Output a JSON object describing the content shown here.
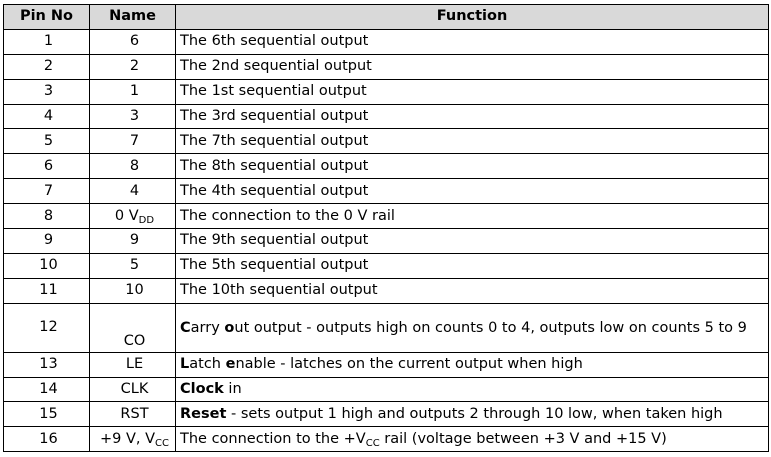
{
  "headers": [
    "Pin No",
    "Name",
    "Function"
  ],
  "rows": [
    {
      "pin": "1",
      "name": "6",
      "function": "The 6th sequential output"
    },
    {
      "pin": "2",
      "name": "2",
      "function": "The 2nd sequential output"
    },
    {
      "pin": "3",
      "name": "1",
      "function": "The 1st sequential output"
    },
    {
      "pin": "4",
      "name": "3",
      "function": "The 3rd sequential output"
    },
    {
      "pin": "5",
      "name": "7",
      "function": "The 7th sequential output"
    },
    {
      "pin": "6",
      "name": "8",
      "function": "The 8th sequential output"
    },
    {
      "pin": "7",
      "name": "4",
      "function": "The 4th sequential output"
    },
    {
      "pin": "8",
      "name": "0 V",
      "name_sub": "DD",
      "function": "The connection to the 0 V rail"
    },
    {
      "pin": "9",
      "name": "9",
      "function": "The 9th sequential output"
    },
    {
      "pin": "10",
      "name": "5",
      "function": "The 5th sequential output"
    },
    {
      "pin": "11",
      "name": "10",
      "function": "The 10th sequential output"
    },
    {
      "pin": "12",
      "name": "CO",
      "tall": true,
      "function_parts": [
        {
          "t": "C",
          "b": true
        },
        {
          "t": "arry "
        },
        {
          "t": "o",
          "b": true
        },
        {
          "t": "ut output - outputs high on counts 0 to 4, outputs low on counts 5 to 9"
        }
      ]
    },
    {
      "pin": "13",
      "name": "LE",
      "function_parts": [
        {
          "t": "L",
          "b": true
        },
        {
          "t": "atch "
        },
        {
          "t": "e",
          "b": true
        },
        {
          "t": "nable - latches on the current output when high"
        }
      ]
    },
    {
      "pin": "14",
      "name": "CLK",
      "function_parts": [
        {
          "t": "Clock",
          "b": true
        },
        {
          "t": " in"
        }
      ]
    },
    {
      "pin": "15",
      "name": "RST",
      "function_parts": [
        {
          "t": "Reset",
          "b": true
        },
        {
          "t": " - sets output 1 high and outputs 2 through 10 low, when taken high"
        }
      ]
    },
    {
      "pin": "16",
      "name": "+9 V, V",
      "name_sub": "CC",
      "function_parts": [
        {
          "t": "The connection to the +V"
        },
        {
          "t": "CC",
          "sub": true
        },
        {
          "t": " rail (voltage between +3 V and +15 V)"
        }
      ]
    }
  ]
}
